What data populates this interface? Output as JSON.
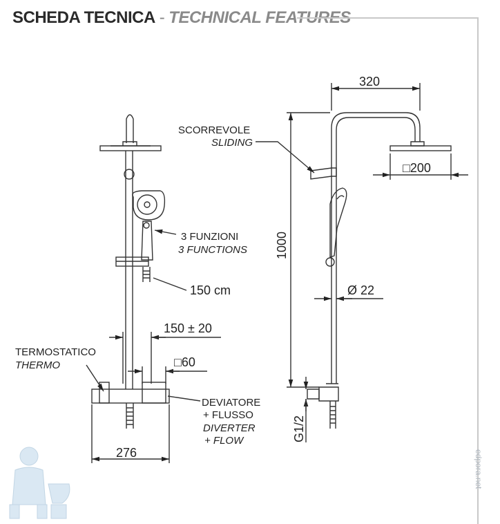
{
  "header": {
    "title_it": "SCHEDA TECNICA",
    "separator": "-",
    "title_en": "TECHNICAL FEATURES"
  },
  "front_view": {
    "functions_it": "3 FUNZIONI",
    "functions_en": "3 FUNCTIONS",
    "hose_length": "150 cm",
    "centers": "150 ± 20",
    "thermostatic_it": "TERMOSTATICO",
    "thermostatic_en": "THERMO",
    "valve_size": "□60",
    "diverter_it_1": "DEVIATORE",
    "diverter_it_2": "+ FLUSSO",
    "diverter_en_1": "DIVERTER",
    "diverter_en_2": "+ FLOW",
    "width": "276"
  },
  "side_view": {
    "arm_length": "320",
    "sliding_it": "SCORREVOLE",
    "sliding_en": "SLIDING",
    "head_size": "□200",
    "height": "1000",
    "pipe_diameter": "Ø 22",
    "connection": "G1/2"
  },
  "watermark": "edpora.net"
}
